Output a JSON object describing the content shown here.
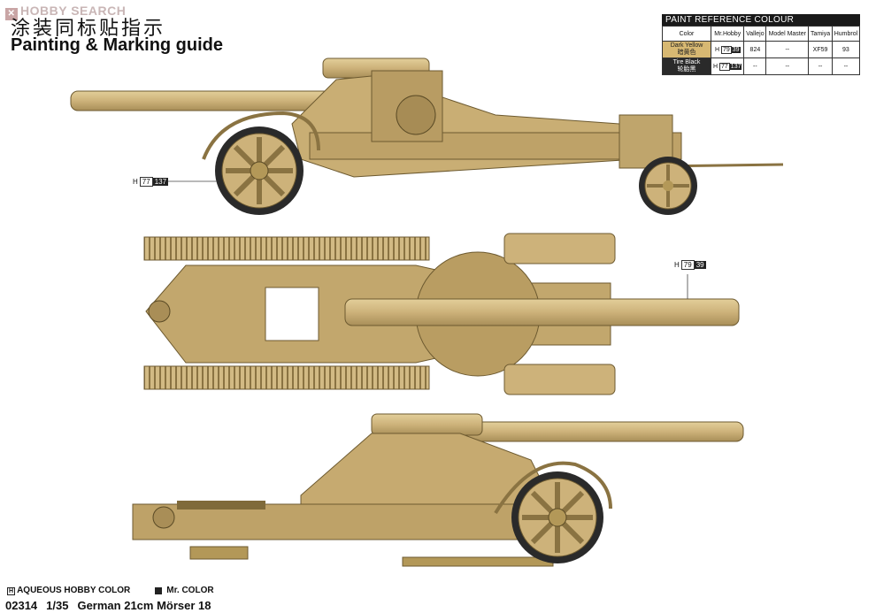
{
  "watermark": "HOBBY SEARCH",
  "title_cn": "涂装同标贴指示",
  "title_en": "Painting & Marking guide",
  "paint_table": {
    "title": "PAINT REFERENCE COLOUR",
    "headers": [
      "Color",
      "Mr.Hobby",
      "Vallejo",
      "Model Master",
      "Tamiya",
      "Humbrol"
    ],
    "rows": [
      {
        "color_en": "Dark Yellow",
        "color_cn": "暗黄色",
        "h_prefix": "H",
        "hobby_aq": "79",
        "hobby_mr": "39",
        "vallejo": "824",
        "model_master": "--",
        "tamiya": "XF59",
        "humbrol": "93",
        "swatch": "#d7b872"
      },
      {
        "color_en": "Tire Black",
        "color_cn": "轮胎黑",
        "h_prefix": "H",
        "hobby_aq": "77",
        "hobby_mr": "137",
        "vallejo": "--",
        "model_master": "--",
        "tamiya": "--",
        "humbrol": "--",
        "swatch": "#2a2a2a"
      }
    ]
  },
  "callouts": [
    {
      "prefix": "H",
      "aq": "77",
      "mr": "137"
    },
    {
      "prefix": "H",
      "aq": "79",
      "mr": "39"
    }
  ],
  "legend": {
    "aqueous_mark": "H",
    "aqueous_label": "AQUEOUS HOBBY COLOR",
    "mr_label": "Mr. COLOR"
  },
  "footer": {
    "code": "02314",
    "scale": "1/35",
    "name": "German 21cm Mörser 18"
  },
  "colors": {
    "sand": "#cdb27a",
    "sand_dark": "#8a7342",
    "tire": "#2a2a2a"
  }
}
